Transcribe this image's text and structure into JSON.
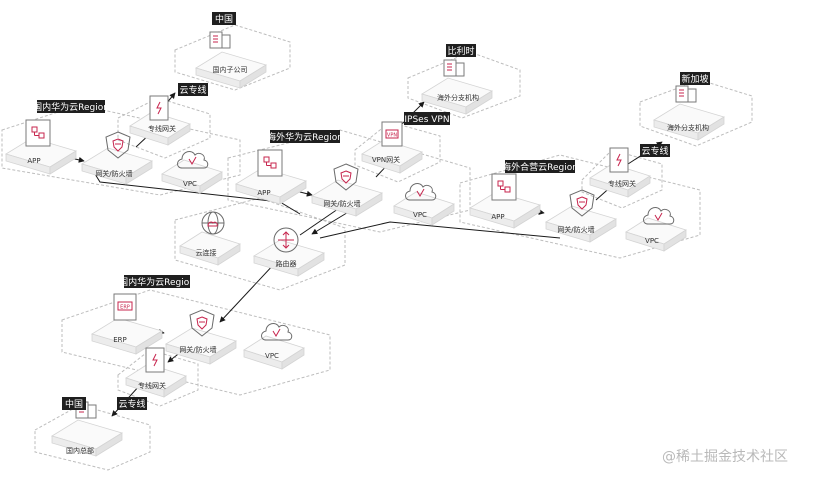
{
  "regions": {
    "cn_domestic": "国内华为云Region",
    "overseas": "海外华为云Region",
    "overseas_partner": "海外合营云Region",
    "cn_domestic_bottom": "国内华为云Region"
  },
  "tags": {
    "china_top": "中国",
    "direct_connect_top": "云专线",
    "belgium": "比利时",
    "ipsec_vpn": "IPSes VPN",
    "singapore": "新加坡",
    "direct_connect_right": "云专线",
    "china_bottom": "中国",
    "direct_connect_bottom": "云专线"
  },
  "nodes": {
    "domestic_subsidiary": "国内子公司",
    "overseas_branch_belgium": "海外分支机构",
    "overseas_branch_singapore": "海外分支机构",
    "dc_gateway_cn": "专线网关",
    "app_cn": "APP",
    "fw_cn": "网关/防火墙",
    "vpc_cn": "VPC",
    "vpn_gateway": "VPN网关",
    "app_overseas": "APP",
    "fw_overseas": "网关/防火墙",
    "vpc_overseas": "VPC",
    "dc_gateway_partner": "专线网关",
    "app_partner": "APP",
    "fw_partner": "网关/防火墙",
    "vpc_partner": "VPC",
    "cloud_connect": "云连接",
    "router": "路由器",
    "erp": "ERP",
    "erp_card": "ERP",
    "fw_bottom": "网关/防火墙",
    "vpc_bottom": "VPC",
    "dc_gateway_bottom": "专线网关",
    "domestic_hq": "国内总部"
  },
  "watermark": "@稀土掘金技术社区"
}
